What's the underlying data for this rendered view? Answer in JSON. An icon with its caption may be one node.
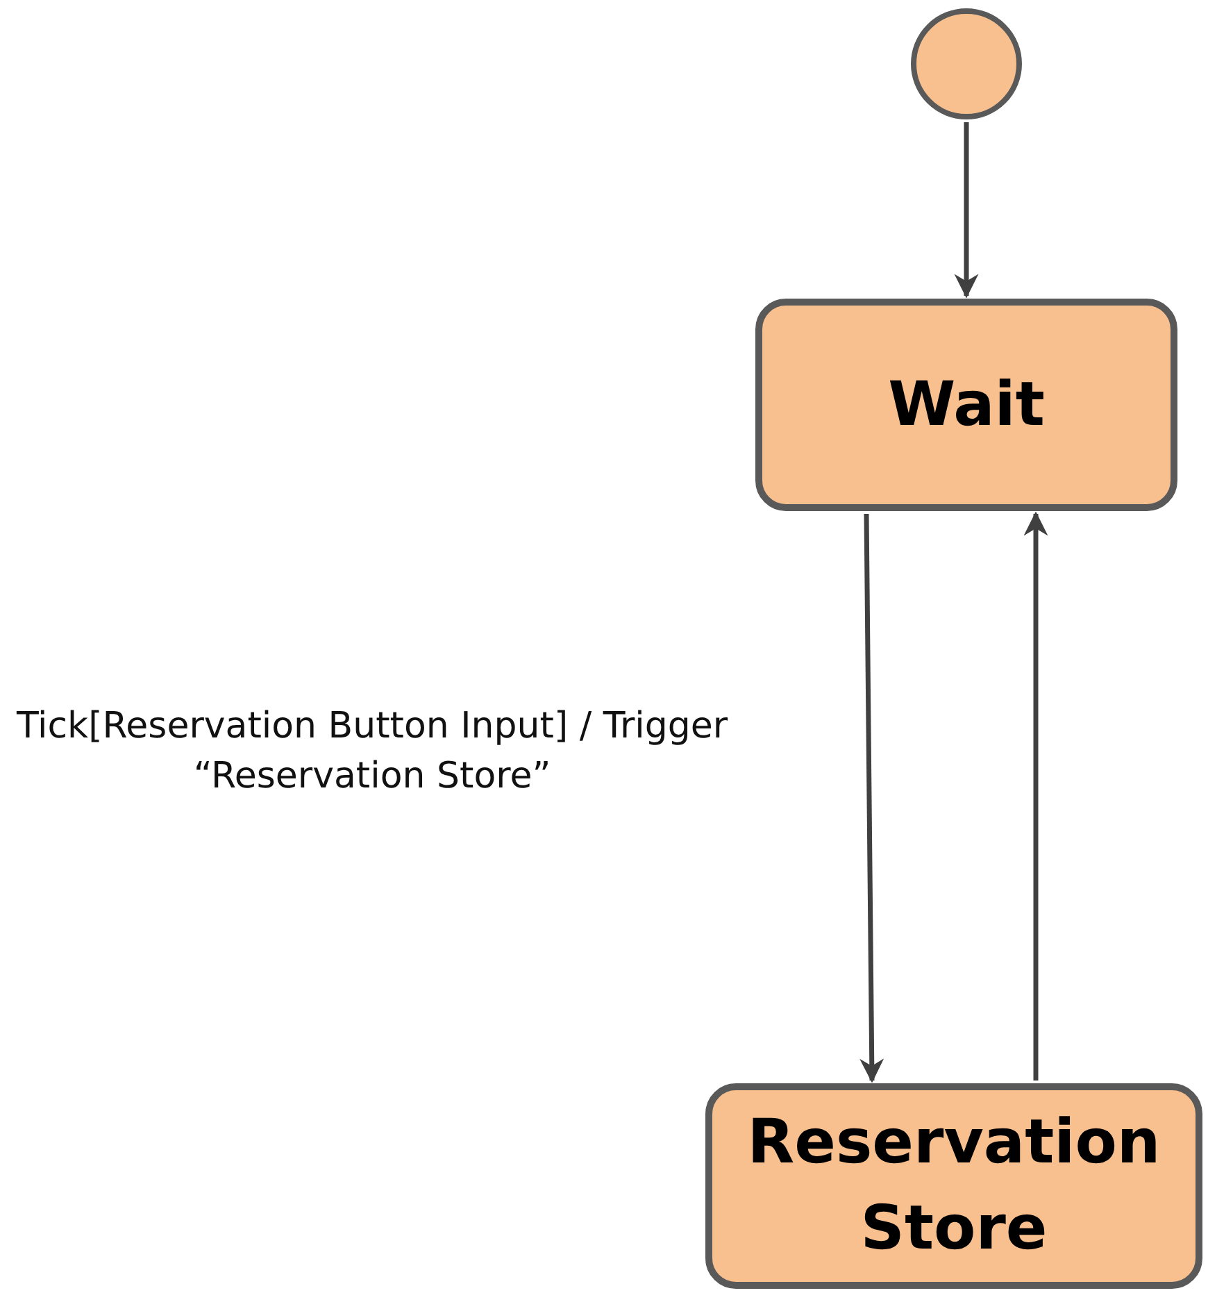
{
  "diagram": {
    "nodes": [
      {
        "text": [],
        "shape": "circle"
      },
      {
        "text": [
          "Wait"
        ]
      },
      {
        "text": [
          "Reservation Store"
        ]
      }
    ],
    "edges": [
      {
        "from": 0,
        "to": 1,
        "arrow": "to"
      },
      {
        "from": 1,
        "to": 2,
        "arrow": "to",
        "label": "Tick[Reservation Button Input] / Trigger “Reservation Store”"
      },
      {
        "from": 2,
        "to": 1,
        "arrow": "to"
      }
    ]
  }
}
